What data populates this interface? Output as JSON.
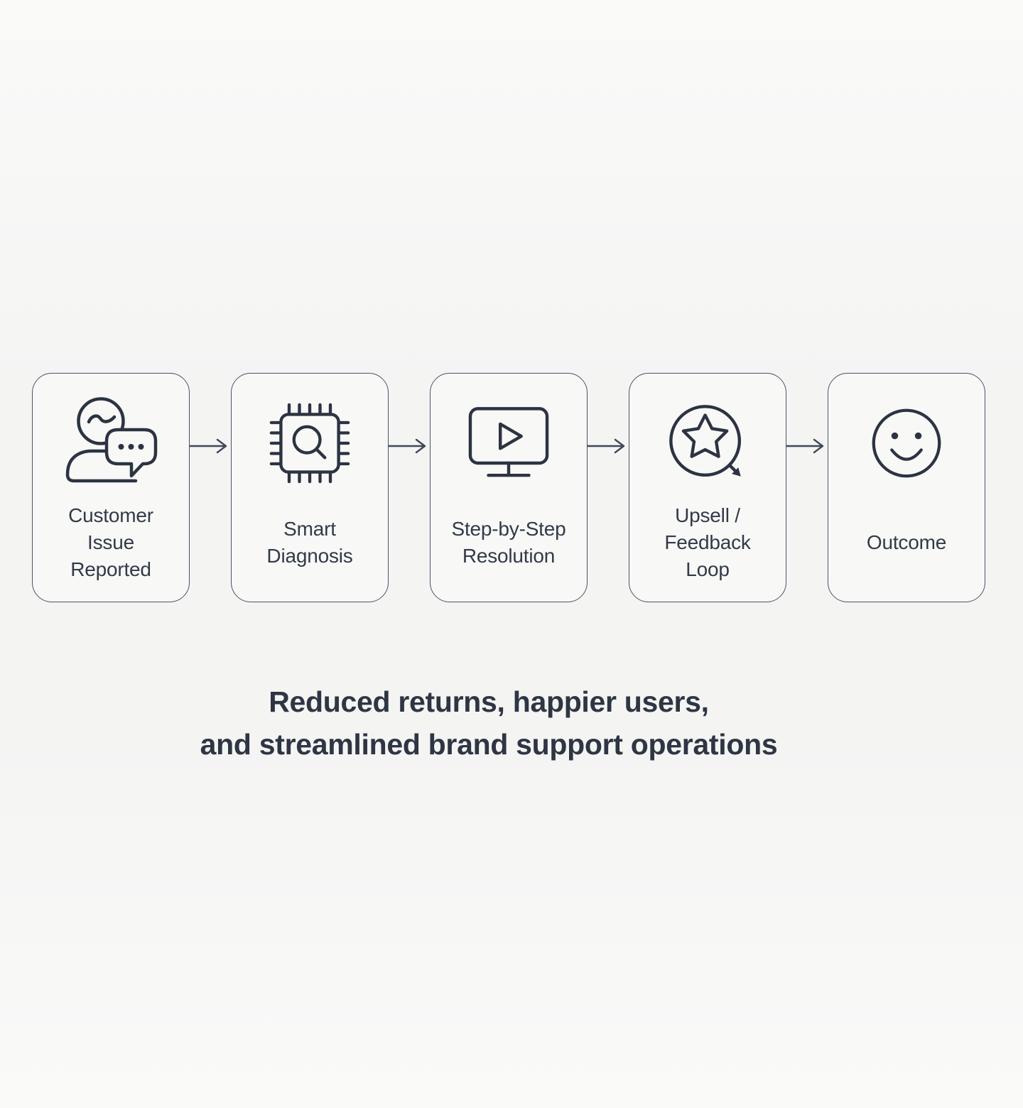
{
  "flow": {
    "steps": [
      {
        "label": "Customer\nIssue\nReported",
        "icon": "person-chat-icon"
      },
      {
        "label": "Smart\nDiagnosis",
        "icon": "chip-search-icon"
      },
      {
        "label": "Step-by-Step\nResolution",
        "icon": "monitor-play-icon"
      },
      {
        "label": "Upsell /\nFeedback\nLoop",
        "icon": "star-loop-icon"
      },
      {
        "label": "Outcome",
        "icon": "smiley-face-icon"
      }
    ],
    "connector_icon": "arrow-right-icon"
  },
  "caption": {
    "text": "Reduced returns, happier users,\nand streamlined brand support operations"
  },
  "colors": {
    "background": "#f6f6f4",
    "box_background": "#f8f8f6",
    "box_border": "#4b5368",
    "icon_stroke": "#2c3342",
    "label_text": "#323a49",
    "caption_text": "#2e3543",
    "arrow": "#3f4859"
  }
}
